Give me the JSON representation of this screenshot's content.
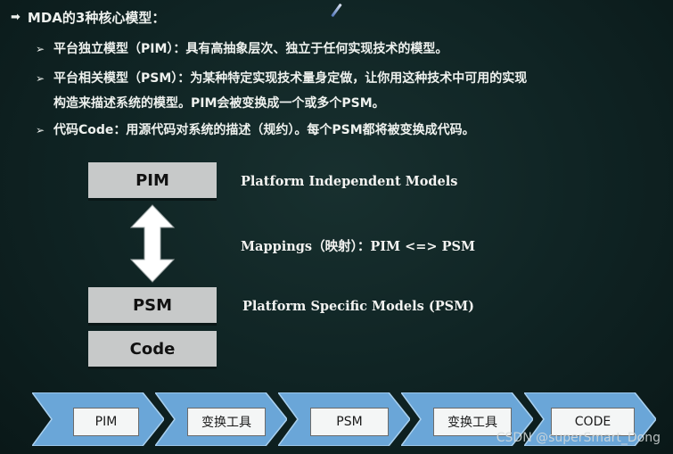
{
  "bullets": {
    "main": "MDA的3种核心模型：",
    "pim": "平台独立模型（PIM）：具有高抽象层次、独立于任何实现技术的模型。",
    "psm_line1": "平台相关模型（PSM）：为某种特定实现技术量身定做，让你用这种技术中可用的实现",
    "psm_line2": "构造来描述系统的模型。PIM会被变换成一个或多个PSM。",
    "code": "代码Code：用源代码对系统的描述（规约）。每个PSM都将被变换成代码。"
  },
  "diagram": {
    "pim_box": "PIM",
    "psm_box": "PSM",
    "code_box": "Code",
    "pim_label": "Platform Independent Models",
    "mapping_label": "Mappings（映射）：PIM <=> PSM",
    "psm_label": "Platform Specific Models (PSM)"
  },
  "flow": [
    "PIM",
    "变换工具",
    "PSM",
    "变换工具",
    "CODE"
  ],
  "watermark": "CSDN @superSmart_Dong",
  "colors": {
    "background": "#0f2323",
    "box": "#c7c9c9",
    "chevron": "#6aa6d8"
  }
}
